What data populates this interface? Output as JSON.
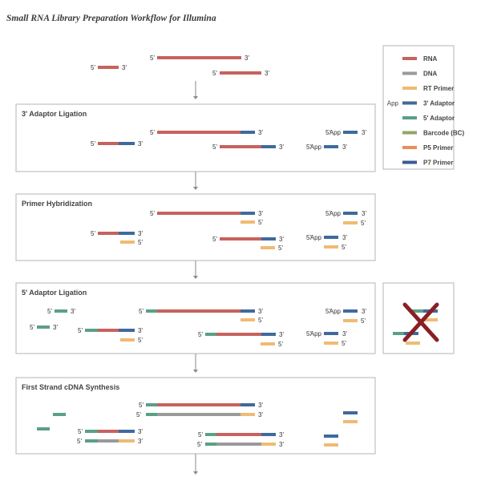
{
  "title": "Small RNA Library Preparation Workflow for Illumina",
  "colors": {
    "rna": "#c7625e",
    "dna": "#9a9a9a",
    "rt_primer": "#f0bb74",
    "adaptor_3": "#3f6a9c",
    "adaptor_5": "#5aa085",
    "barcode": "#94a567",
    "p5": "#e98f58",
    "p7": "#3a5a93",
    "cross": "#8a1f24",
    "box_border": "#b5b5b5",
    "arrow": "#8a8a8a"
  },
  "legend": [
    {
      "key": "rna",
      "label": "RNA",
      "color": "#c7625e"
    },
    {
      "key": "dna",
      "label": "DNA",
      "color": "#9a9a9a"
    },
    {
      "key": "rt_primer",
      "label": "RT Primer",
      "color": "#f0bb74"
    },
    {
      "key": "adaptor_3",
      "label": "3' Adaptor",
      "color": "#3f6a9c",
      "prefix": "App"
    },
    {
      "key": "adaptor_5",
      "label": "5' Adaptor",
      "color": "#5aa085"
    },
    {
      "key": "barcode",
      "label": "Barcode (BC)",
      "color": "#94a567"
    },
    {
      "key": "p5",
      "label": "P5 Primer",
      "color": "#e98f58"
    },
    {
      "key": "p7",
      "label": "P7 Primer",
      "color": "#3a5a93"
    }
  ],
  "steps": [
    {
      "title": "3' Adaptor Ligation"
    },
    {
      "title": "Primer Hybridization"
    },
    {
      "title": "5' Adaptor Ligation"
    },
    {
      "title": "First Strand cDNA Synthesis"
    }
  ],
  "labels": {
    "five_prime": "5'",
    "three_prime": "3'",
    "app": "App"
  }
}
